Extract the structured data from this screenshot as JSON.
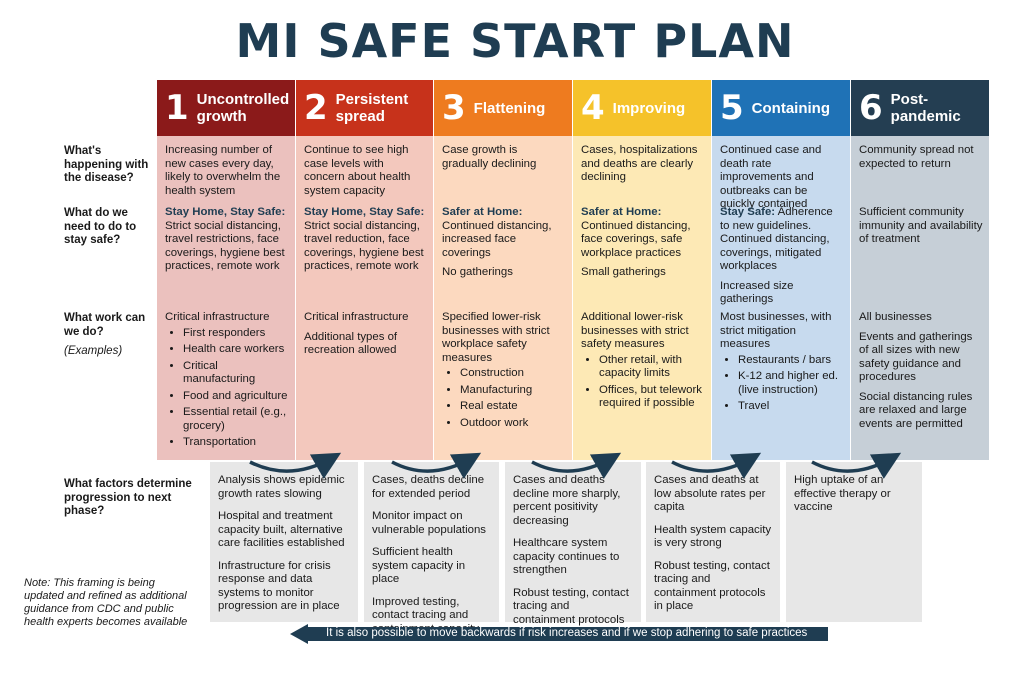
{
  "title": "MI SAFE START PLAN",
  "phases": [
    {
      "num": "1",
      "name": "Uncontrolled growth",
      "color": "#8b1a1a",
      "bg": "#ebc1be"
    },
    {
      "num": "2",
      "name": "Persistent spread",
      "color": "#c7321b",
      "bg": "#f3c8bd"
    },
    {
      "num": "3",
      "name": "Flattening",
      "color": "#ee7b1f",
      "bg": "#fcd9bf"
    },
    {
      "num": "4",
      "name": "Improving",
      "color": "#f5c22a",
      "bg": "#fde9b5"
    },
    {
      "num": "5",
      "name": "Containing",
      "color": "#1f72b6",
      "bg": "#c7daee"
    },
    {
      "num": "6",
      "name": "Post-pandemic",
      "color": "#243e52",
      "bg": "#c6cfd7"
    }
  ],
  "row_labels": {
    "disease": "What's happening with the disease?",
    "safe": "What do we need to do to stay safe?",
    "work": "What work can we do?",
    "examples": "(Examples)",
    "factors": "What factors determine progression to next phase?"
  },
  "disease": [
    "Increasing number of new cases every day, likely to overwhelm the health system",
    "Continue to see high case levels with concern about health system capacity",
    "Case growth is gradually declining",
    "Cases, hospitalizations and deaths are clearly declining",
    "Continued case and death rate improvements and outbreaks can be quickly contained",
    "Community spread not expected to return"
  ],
  "safe": [
    {
      "lead": "Stay Home, Stay Safe:",
      "text": "Strict social distancing, travel restrictions, face coverings, hygiene best practices, remote work",
      "extra": ""
    },
    {
      "lead": "Stay Home, Stay Safe:",
      "text": "Strict social distancing, travel reduction, face coverings, hygiene best practices, remote work",
      "extra": ""
    },
    {
      "lead": "Safer at Home:",
      "text": "Continued distancing, increased face coverings",
      "extra": "No gatherings"
    },
    {
      "lead": "Safer at Home:",
      "text": "Continued distancing, face coverings, safe workplace practices",
      "extra": "Small gatherings"
    },
    {
      "lead": "Stay Safe:",
      "text": " Adherence to new guidelines. Continued distancing, coverings, mitigated workplaces",
      "extra": "Increased size gatherings"
    },
    {
      "lead": "",
      "text": "Sufficient community immunity and availability of treatment",
      "extra": ""
    }
  ],
  "work": {
    "p1_intro": "Critical infrastructure",
    "p1_items": [
      "First responders",
      "Health care workers",
      "Critical manufacturing",
      "Food and agriculture",
      "Essential retail (e.g., grocery)",
      "Transportation"
    ],
    "p2_a": "Critical infrastructure",
    "p2_b": "Additional types of recreation allowed",
    "p3_intro": "Specified lower-risk businesses with strict workplace safety measures",
    "p3_items": [
      "Construction",
      "Manufacturing",
      "Real estate",
      "Outdoor work"
    ],
    "p4_intro": "Additional lower-risk businesses with strict safety measures",
    "p4_items": [
      "Other retail, with capacity limits",
      "Offices, but telework required if possible"
    ],
    "p5_intro": "Most businesses, with strict mitigation measures",
    "p5_items": [
      "Restaurants / bars",
      "K-12 and higher ed. (live instruction)",
      "Travel"
    ],
    "p6_a": "All businesses",
    "p6_b": "Events and gatherings of all sizes with new safety guidance and procedures",
    "p6_c": "Social distancing rules are relaxed and large events are permitted"
  },
  "factors": [
    [
      "Analysis shows epidemic growth rates slowing",
      "Hospital and treatment capacity built, alternative care facilities established",
      "Infrastructure for crisis response and data systems to monitor progression are in place"
    ],
    [
      "Cases, deaths decline for extended period",
      "Monitor impact on vulnerable populations",
      "Sufficient health system capacity in place",
      "Improved testing, contact tracing and containment capacity"
    ],
    [
      "Cases and deaths decline more sharply, percent positivity decreasing",
      "Healthcare system capacity continues to strengthen",
      "Robust testing, contact tracing and containment protocols in place"
    ],
    [
      "Cases and deaths at low absolute rates per capita",
      "Health system capacity is very strong",
      "Robust testing, contact tracing and containment protocols in place"
    ],
    [
      "High uptake of an effective therapy or vaccine"
    ]
  ],
  "note": "Note: This framing is being updated and refined as additional guidance from CDC and public health experts becomes available",
  "backwards": "It is also possible to move backwards if risk increases and if we stop adhering to safe practices",
  "colors": {
    "title": "#1f3d52",
    "arrow": "#1f3d52",
    "factor_bg": "#e7e7e7"
  }
}
